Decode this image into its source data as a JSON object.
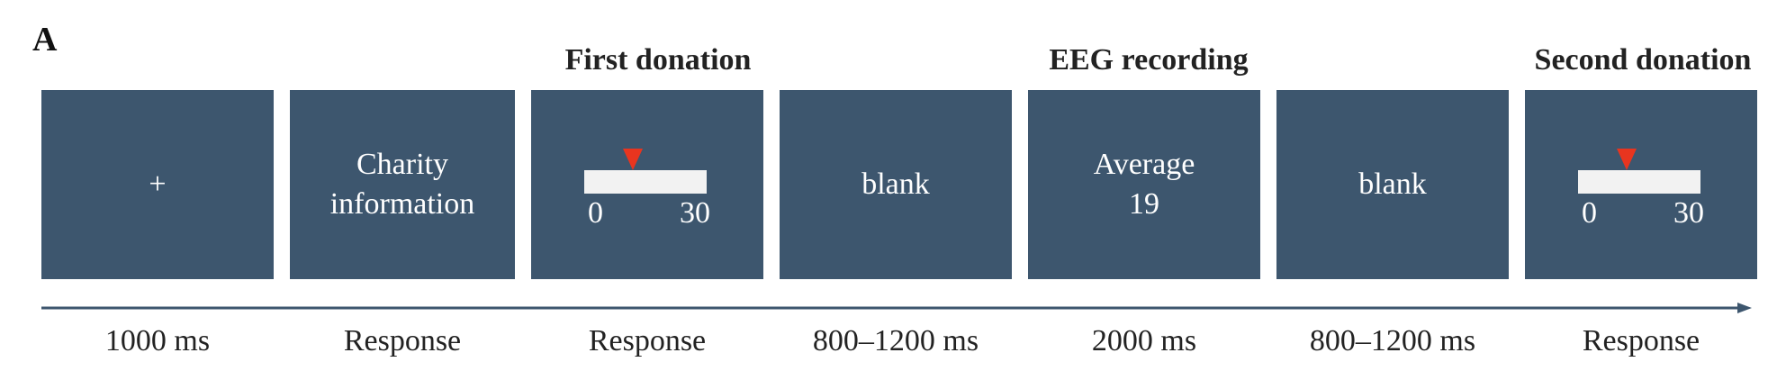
{
  "panel_label": "A",
  "headers": {
    "first_donation": "First donation",
    "eeg_recording": "EEG recording",
    "second_donation": "Second donation"
  },
  "screens": [
    {
      "id": "fixation",
      "text": "+"
    },
    {
      "id": "charity",
      "lines": [
        "Charity",
        "information"
      ]
    },
    {
      "id": "first-donation",
      "slider": {
        "min": "0",
        "max": "30",
        "pointer_fraction": 0.4
      }
    },
    {
      "id": "blank-1",
      "text": "blank"
    },
    {
      "id": "average",
      "lines": [
        "Average",
        "19"
      ]
    },
    {
      "id": "blank-2",
      "text": "blank"
    },
    {
      "id": "second-donation",
      "slider": {
        "min": "0",
        "max": "30",
        "pointer_fraction": 0.4
      }
    }
  ],
  "durations": [
    "1000 ms",
    "Response",
    "Response",
    "800–1200 ms",
    "2000 ms",
    "800–1200 ms",
    "Response"
  ],
  "colors": {
    "screen": "#3d566e",
    "pointer": "#e8351f",
    "slider_bar": "#f2f2f2",
    "arrow": "#3d566e"
  }
}
